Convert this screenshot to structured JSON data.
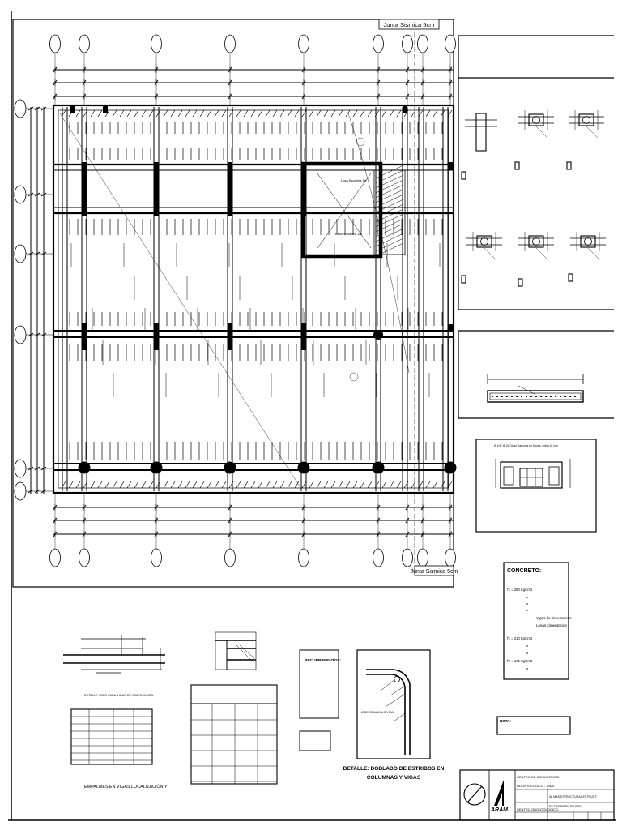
{
  "plan": {
    "seismic_joint_top": "Junta Sismica 5cm",
    "seismic_joint_bottom": "Junta Sismica 5cm",
    "stair_label_1": "Losa Escalera 1a",
    "stair_label_2": "Paño Escalera 1a"
  },
  "details": {
    "splice_caption": "DETALLE SOLO PARA VIGAS DE CIMENTACION",
    "splice_title": "EMPALMES EN VIGAS LOCALIZACIÓN Y",
    "recubrimientos_title": "RECUBRIMIENTOS:",
    "stirrup_title_1": "DETALLE: DOBLADO DE ESTRIBOS EN",
    "stirrup_title_2": "COLUMNAS Y VIGAS",
    "stirrup_note": "Ø DE COLUMNA O VIGA",
    "wall_note": "Ø 1/4\" @.20 (Usar Ganchos en Muros, dobla 10 cm)"
  },
  "concrete": {
    "title": "CONCRETO:",
    "fc_280": "f'c = 280 Kg/cm2",
    "fc_210": "f'c = 210 Kg/cm2",
    "fc_175": "f'c = 175 Kg/cm2",
    "item_vigas": "Vigas de cimentación",
    "item_losas": "Losas cimentación"
  },
  "nota": {
    "label": "NOTA:"
  },
  "title_block": {
    "logo_text": "ARAM",
    "org_line_1": "CENTRO DE CAPACITACION",
    "org_line_2": "ODONTOLOGICO - UNAT",
    "org_line_3": "CENTRO ODONTOLOGICO",
    "sheet_line_1": "AL MAS ESTRUCTURAL ESTRUCT.",
    "sheet_line_2": "DE FAC BASEFOR ECE"
  }
}
